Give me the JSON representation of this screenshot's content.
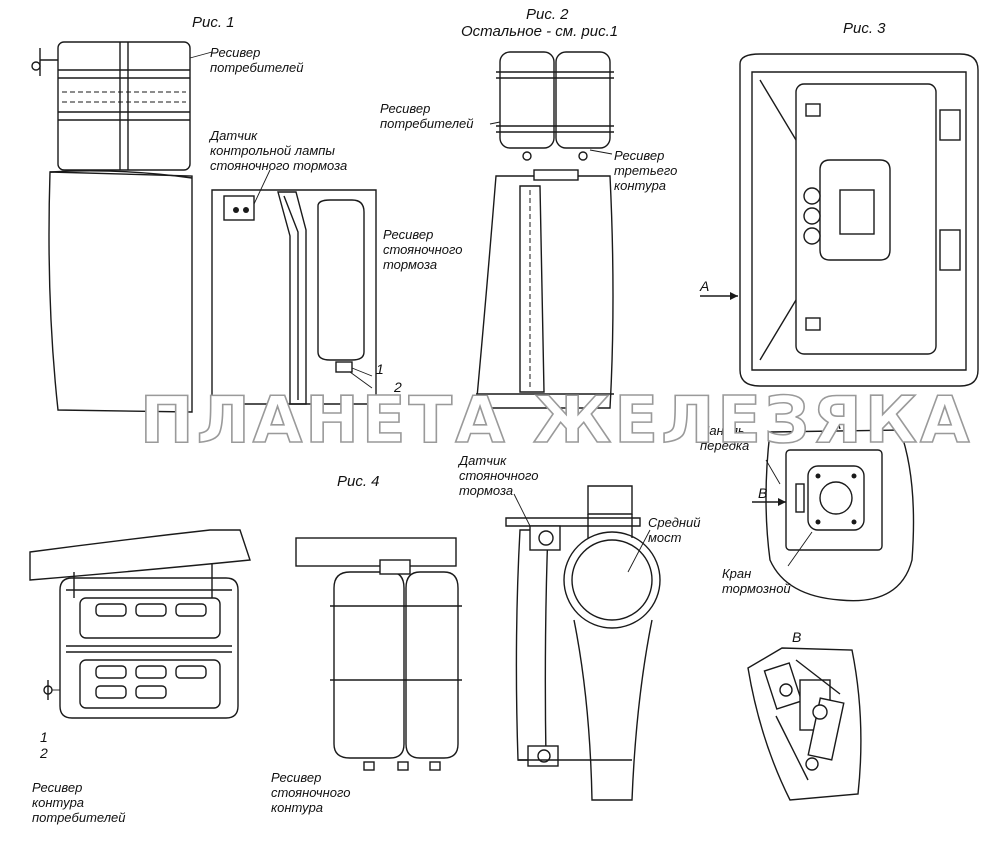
{
  "figures": {
    "fig1": "Рис. 1",
    "fig2": "Рис. 2",
    "fig2_note": "Остальное - см. рис.1",
    "fig3": "Рис. 3",
    "fig4": "Рис. 4"
  },
  "labels": {
    "receiver_consumers_1": "Ресивер\nпотребителей",
    "sensor_lamp": "Датчик\nконтрольной лампы\nстояночного тормоза",
    "receiver_parking_1": "Ресивер\nстояночного\nтормоза",
    "receiver_consumers_2": "Ресивер\nпотребителей",
    "receiver_third": "Ресивер\nтретьего\nконтура",
    "sensor_parking_4": "Датчик\nстояночного\nтормоза",
    "middle_axle": "Средний\nмост",
    "front_panel": "Панель\nпередка",
    "brake_valve": "Кран\nтормозной",
    "receiver_consumers_4": "Ресивер\nконтура\nпотребителей",
    "receiver_parking_4": "Ресивер\nстояночного\nконтура"
  },
  "callouts": {
    "one_a": "1",
    "two_a": "2",
    "one_b": "1",
    "two_b": "2",
    "view_a_arrow": "A",
    "view_a_title": "A",
    "view_b_arrow": "B",
    "view_b_title": "B"
  },
  "watermark": "ПЛАНЕТА ЖЕЛЕЗЯКА"
}
